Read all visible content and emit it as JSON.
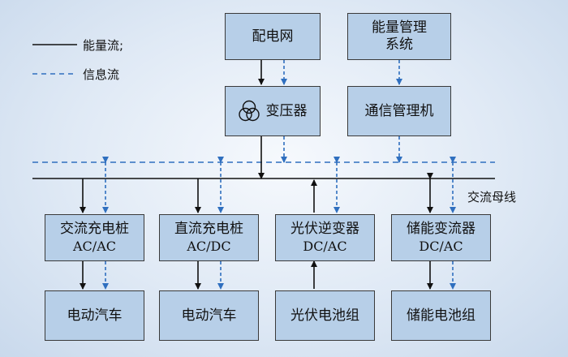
{
  "legend": {
    "energy_flow": "能量流;",
    "info_flow": "信息流"
  },
  "bus_label": "交流母线",
  "nodes": {
    "grid": "配电网",
    "ems_line1": "能量管理",
    "ems_line2": "系统",
    "transformer": "变压器",
    "comm_manager": "通信管理机",
    "ac_charger": {
      "name": "交流充电桩",
      "type": "AC/AC"
    },
    "dc_charger": {
      "name": "直流充电桩",
      "type": "AC/DC"
    },
    "pv_inverter": {
      "name": "光伏逆变器",
      "type": "DC/AC"
    },
    "storage_converter": {
      "name": "储能变流器",
      "type": "DC/AC"
    },
    "ev_1": "电动汽车",
    "ev_2": "电动汽车",
    "pv_array": "光伏电池组",
    "battery_pack": "储能电池组"
  },
  "colors": {
    "energy_line": "#111111",
    "info_line": "#2f6fbf",
    "box_fill": "#b7cfe8"
  }
}
